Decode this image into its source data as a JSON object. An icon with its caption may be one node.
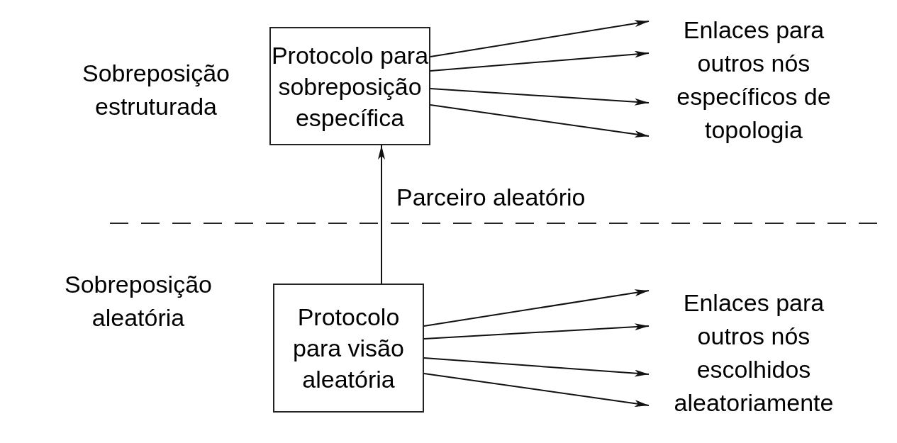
{
  "diagram": {
    "nodes": [
      {
        "text": [
          "Protocolo para sobreposição específica"
        ]
      },
      {
        "text": [
          "Protocolo para visão aleatória"
        ]
      },
      {
        "text": [
          "Enlaces para outros nós específicos de topologia"
        ]
      },
      {
        "text": [
          "Enlaces para outros nós escolhidos aleatoriamente"
        ]
      }
    ],
    "edges": [
      {
        "from": 1,
        "to": 0,
        "arrow": "to",
        "label": "Parceiro aleatório"
      },
      {
        "from": 0,
        "to": 2,
        "arrow": "to"
      },
      {
        "from": 0,
        "to": 2,
        "arrow": "to"
      },
      {
        "from": 0,
        "to": 2,
        "arrow": "to"
      },
      {
        "from": 0,
        "to": 2,
        "arrow": "to"
      },
      {
        "from": 1,
        "to": 3,
        "arrow": "to"
      },
      {
        "from": 1,
        "to": 3,
        "arrow": "to"
      },
      {
        "from": 1,
        "to": 3,
        "arrow": "to"
      },
      {
        "from": 1,
        "to": 3,
        "arrow": "to"
      }
    ],
    "labels": [
      "Sobreposição estruturada",
      "Sobreposição aleatória"
    ]
  }
}
